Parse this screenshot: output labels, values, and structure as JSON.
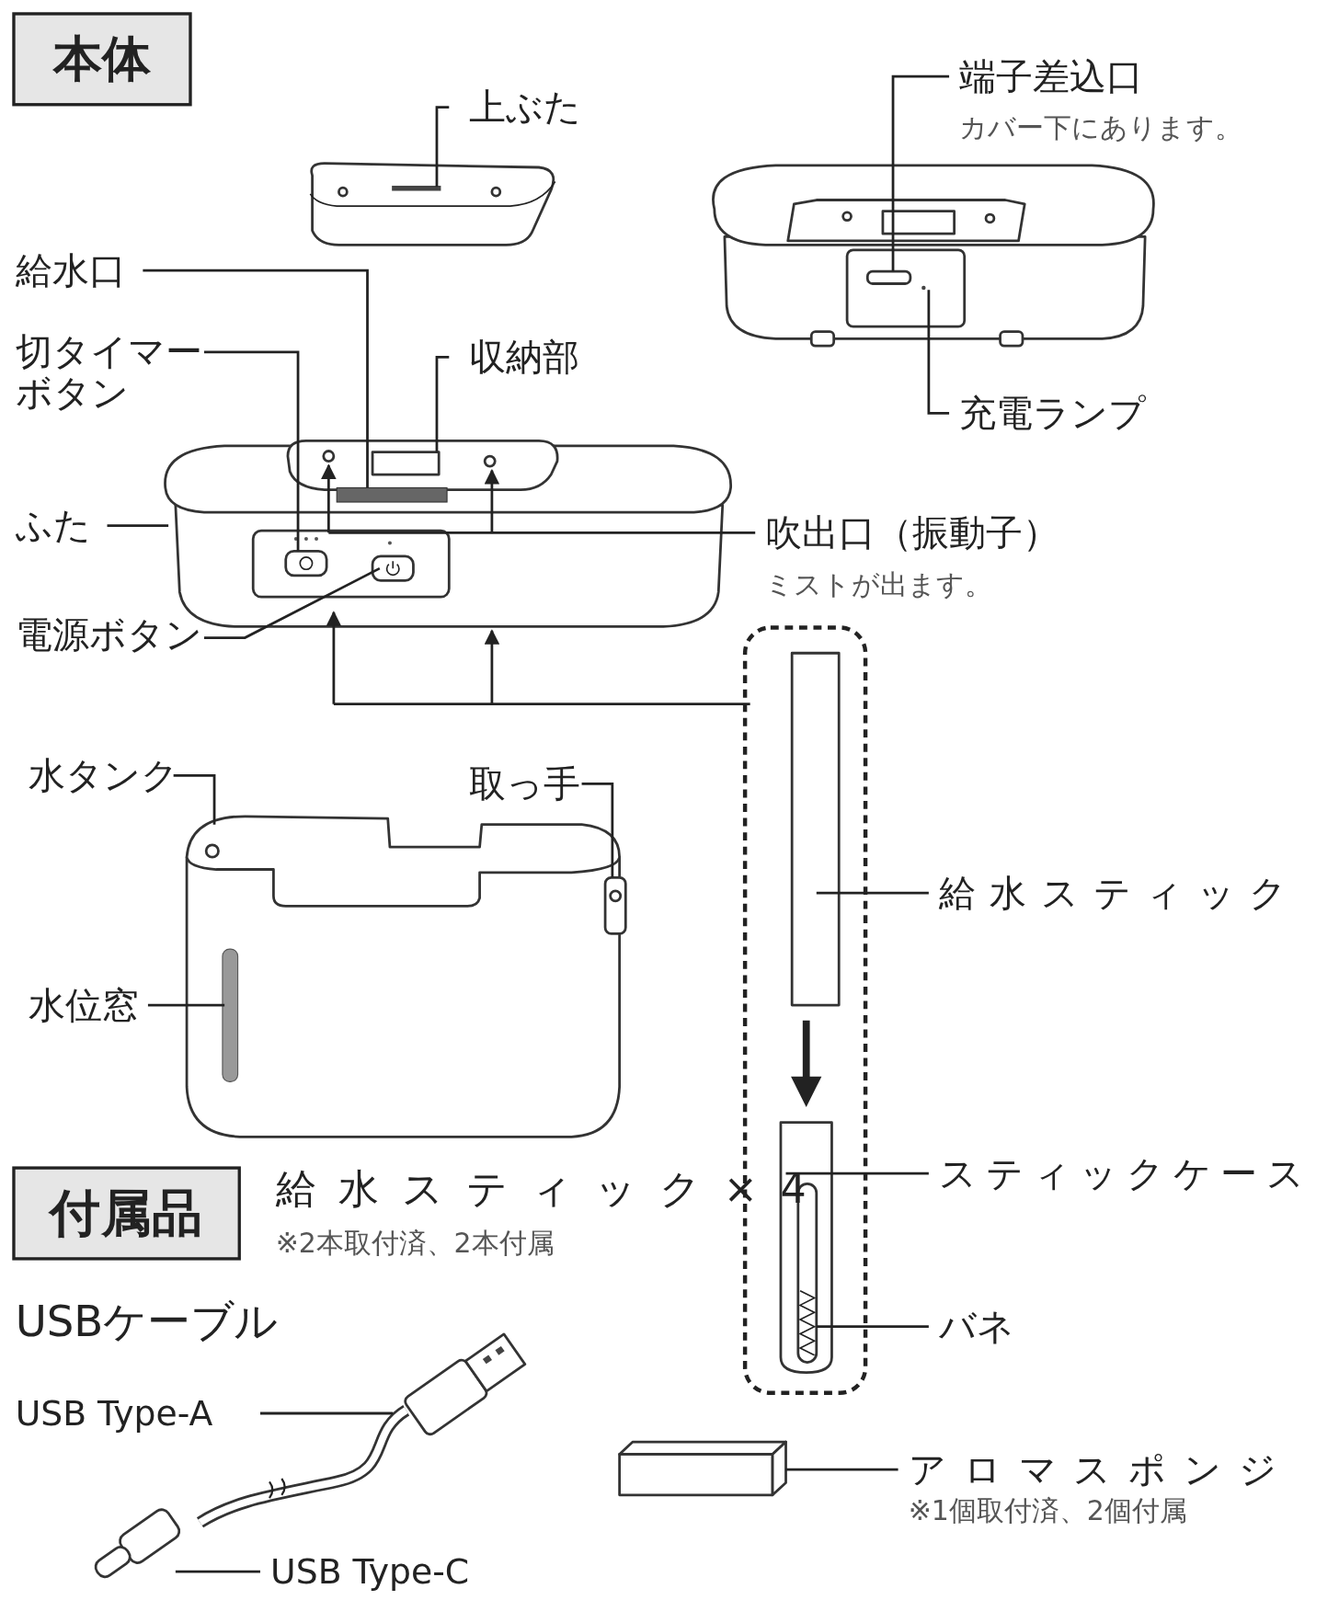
{
  "diagram": {
    "nodes": [
      {
        "text": [
          "本体"
        ]
      },
      {
        "text": [
          "付属品"
        ]
      }
    ],
    "labels": [
      "上ぶた",
      "端子差込口",
      "カバー下にあります。",
      "給水口",
      "切タイマー ボタン",
      "収納部",
      "充電ランプ",
      "ふた",
      "吹出口（振動子）",
      "ミストが出ます。",
      "電源ボタン",
      "水タンク",
      "取っ手",
      "給水スティック",
      "水位窓",
      "給水スティック×4",
      "※2本取付済、2本付属",
      "スティックケース",
      "バネ",
      "USBケーブル",
      "USB Type-A",
      "USB Type-C",
      "アロマスポンジ",
      "※1個取付済、2個付属"
    ]
  }
}
